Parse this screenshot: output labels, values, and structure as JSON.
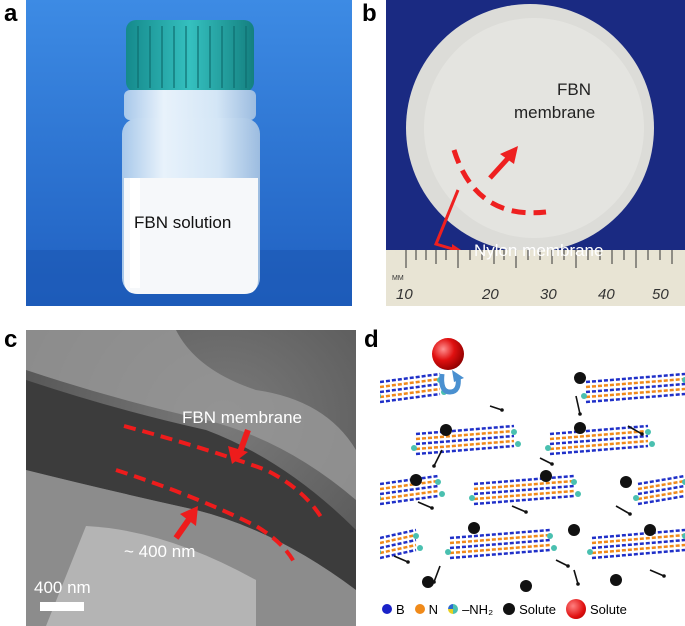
{
  "panels": {
    "a": {
      "letter": "a",
      "label": "FBN solution",
      "colors": {
        "background": "#2e78d6",
        "cap": "#22a6a6",
        "liquid": "#f4f6f8"
      }
    },
    "b": {
      "letter": "b",
      "membrane_label_line1": "FBN",
      "membrane_label_line2": "membrane",
      "nylon_label": "Nylon membrane",
      "ruler_unit": "MM",
      "ruler_ticks": [
        "10",
        "20",
        "30",
        "40",
        "50"
      ],
      "colors": {
        "background": "#1a2a80",
        "disc": "#e0e0dc",
        "arrow": "#ee2020"
      }
    },
    "c": {
      "letter": "c",
      "membrane_label": "FBN membrane",
      "thickness_label": "~ 400 nm",
      "scale_bar_label": "400 nm",
      "colors": {
        "sem_gray": "#6e6e6e",
        "dash": "#ee1c1c"
      }
    },
    "d": {
      "letter": "d",
      "legend": [
        {
          "label": "B",
          "color": "#1a22c8",
          "icon": "boron-dot"
        },
        {
          "label": "N",
          "color": "#f08a1a",
          "icon": "nitrogen-dot"
        },
        {
          "label": "–NH₂",
          "color": "#4ac0b0",
          "icon": "amine-dot"
        },
        {
          "label": "Solute",
          "color": "#111111",
          "icon": "small-solute-dot"
        },
        {
          "label": "Solute",
          "color": "#e01010",
          "icon": "large-solute-sphere"
        }
      ]
    }
  }
}
